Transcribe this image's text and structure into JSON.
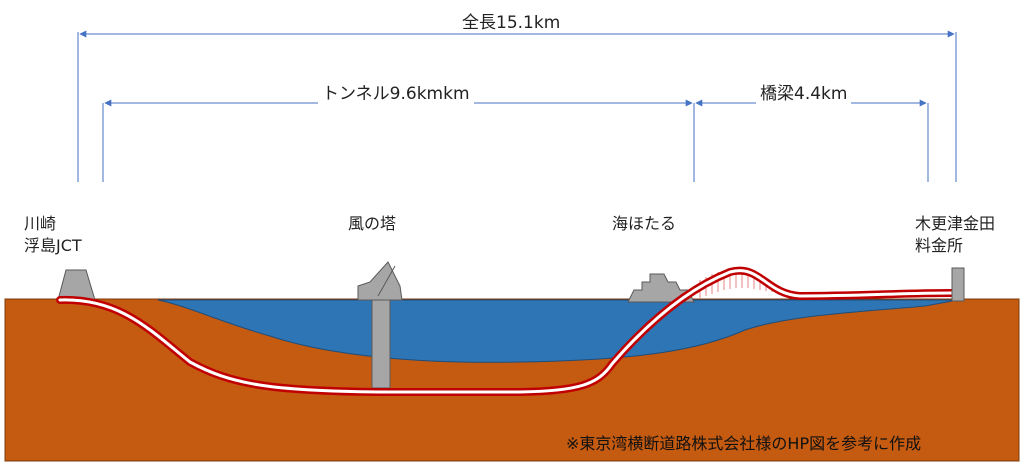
{
  "dimensions": {
    "total": "全長15.1km",
    "tunnel": "トンネル9.6kmkm",
    "bridge": "橋梁4.4km"
  },
  "locations": {
    "kawasaki_line1": "川崎",
    "kawasaki_line2": "浮島JCT",
    "kazenotou": "風の塔",
    "umihotaru": "海ほたる",
    "kisarazu_line1": "木更津金田",
    "kisarazu_line2": "料金所"
  },
  "note": "※東京湾横断道路株式会社様のHP図を参考に作成",
  "colors": {
    "ground": "#c55a11",
    "sea": "#2e75b6",
    "road_outer": "#c00000",
    "road_inner": "#ffffff",
    "structure": "#a6a6a6",
    "dimension_line": "#4472c4"
  }
}
